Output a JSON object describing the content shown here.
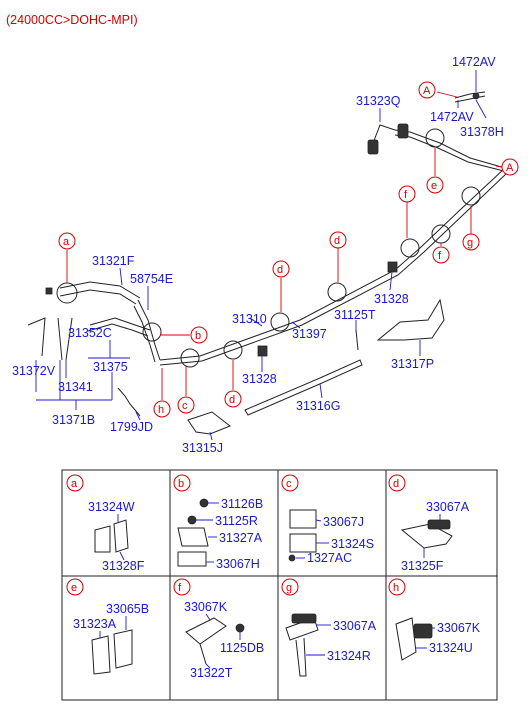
{
  "header": {
    "engine": "(24000CC>DOHC-MPI)"
  },
  "labels": {
    "p1472AV_top": "1472AV",
    "p1472AV_mid": "1472AV",
    "p31378H": "31378H",
    "p31323Q": "31323Q",
    "p31321F": "31321F",
    "p58754E": "58754E",
    "p31352C": "31352C",
    "p31372V": "31372V",
    "p31341": "31341",
    "p31375": "31375",
    "p31371B": "31371B",
    "p1799JD": "1799JD",
    "p31310": "31310",
    "p31397": "31397",
    "p31125T": "31125T",
    "p31328_a": "31328",
    "p31328_b": "31328",
    "p31317P": "31317P",
    "p31316G": "31316G",
    "p31315J": "31315J"
  },
  "callouts": {
    "A1": "A",
    "A2": "A",
    "a": "a",
    "b": "b",
    "c": "c",
    "d1": "d",
    "d2": "d",
    "d3": "d",
    "e": "e",
    "f1": "f",
    "f2": "f",
    "g": "g",
    "h": "h"
  },
  "detail_table": {
    "cells": [
      {
        "id": "a",
        "parts": [
          "31324W",
          "31328F"
        ]
      },
      {
        "id": "b",
        "parts": [
          "31126B",
          "31125R",
          "31327A",
          "33067H"
        ]
      },
      {
        "id": "c",
        "parts": [
          "33067J",
          "31324S",
          "1327AC"
        ]
      },
      {
        "id": "d",
        "parts": [
          "33067A",
          "31325F"
        ]
      },
      {
        "id": "e",
        "parts": [
          "33065B",
          "31323A"
        ]
      },
      {
        "id": "f",
        "parts": [
          "33067K",
          "1125DB",
          "31322T"
        ]
      },
      {
        "id": "g",
        "parts": [
          "33067A",
          "31324R"
        ]
      },
      {
        "id": "h",
        "parts": [
          "33067K",
          "31324U"
        ]
      }
    ]
  },
  "colors": {
    "label": "#1a1acc",
    "callout": "#d40000",
    "line": "#222222"
  }
}
